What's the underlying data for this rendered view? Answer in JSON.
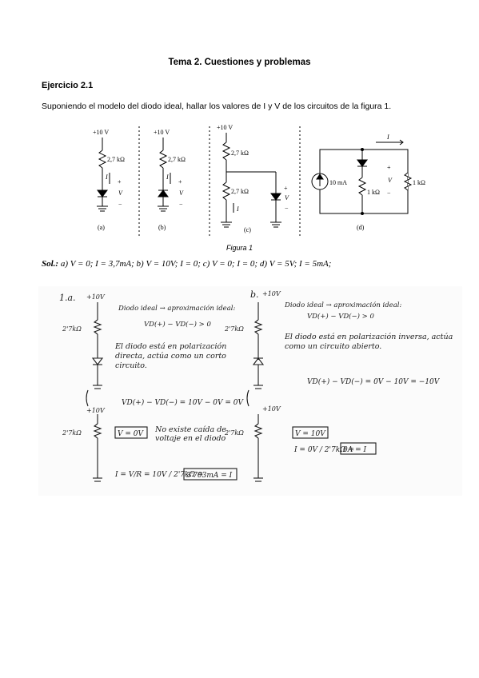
{
  "header": {
    "title": "Tema 2. Cuestiones y problemas",
    "exercise": "Ejercicio 2.1",
    "statement": "Suponiendo el modelo del diodo ideal, hallar los valores de I y V de los circuitos de la figura 1."
  },
  "figure": {
    "caption": "Figura 1",
    "circuits": {
      "a": {
        "label": "(a)",
        "supply": "+10 V",
        "resistor": "2,7 kΩ",
        "current": "I",
        "voltage": "V",
        "plus": "+",
        "minus": "−"
      },
      "b": {
        "label": "(b)",
        "supply": "+10 V",
        "resistor": "2,7 kΩ",
        "current": "I",
        "voltage": "V",
        "plus": "+",
        "minus": "−"
      },
      "c": {
        "label": "(c)",
        "supply": "+10 V",
        "resistor_top": "2,7 kΩ",
        "resistor_bottom": "2,7 kΩ",
        "current": "I",
        "voltage": "V",
        "plus": "+",
        "minus": "−"
      },
      "d": {
        "label": "(d)",
        "source": "10 mA",
        "resistor_mid": "1 kΩ",
        "resistor_right": "1 kΩ",
        "current": "I",
        "voltage": "V",
        "plus": "+",
        "minus": "−"
      }
    }
  },
  "solution": {
    "prefix": "Sol.:",
    "text": "a) V = 0; I = 3,7mA; b) V = 10V; I = 0; c) V = 0; I = 0; d) V = 5V; I = 5mA;"
  },
  "handwritten": {
    "a": {
      "heading": "1.a.",
      "supply": "+10V",
      "resistor": "2'7kΩ",
      "note1": "Diodo ideal → aproximación ideal:",
      "cond1": "VD(+) − VD(−) > 0",
      "text1": "El diodo está en polarización directa, actúa como un corto circuito.",
      "eq1": "VD(+) − VD(−) = 10V − 0V = 0V",
      "supply2": "+10V",
      "resistor2": "2'7kΩ",
      "boxed_v": "V = 0V",
      "text2": "No existe caída de voltaje en el diodo",
      "eq2": "I = V/R = 10V / 2'7kΩ =",
      "result": "3'703mA = I"
    },
    "b": {
      "heading": "b.",
      "supply": "+10V",
      "resistor": "2'7kΩ",
      "note1": "Diodo ideal → aproximación ideal:",
      "cond1": "VD(+) − VD(−) > 0",
      "text1": "El diodo está en polarización inversa, actúa como un circuito abierto.",
      "eq1": "VD(+) − VD(−) = 0V − 10V = −10V",
      "supply2": "+10V",
      "resistor2": "2'7kΩ",
      "boxed_v": "V = 10V",
      "eq2": "I = 0V / 2'7kΩ =",
      "result": "0A = I"
    }
  }
}
